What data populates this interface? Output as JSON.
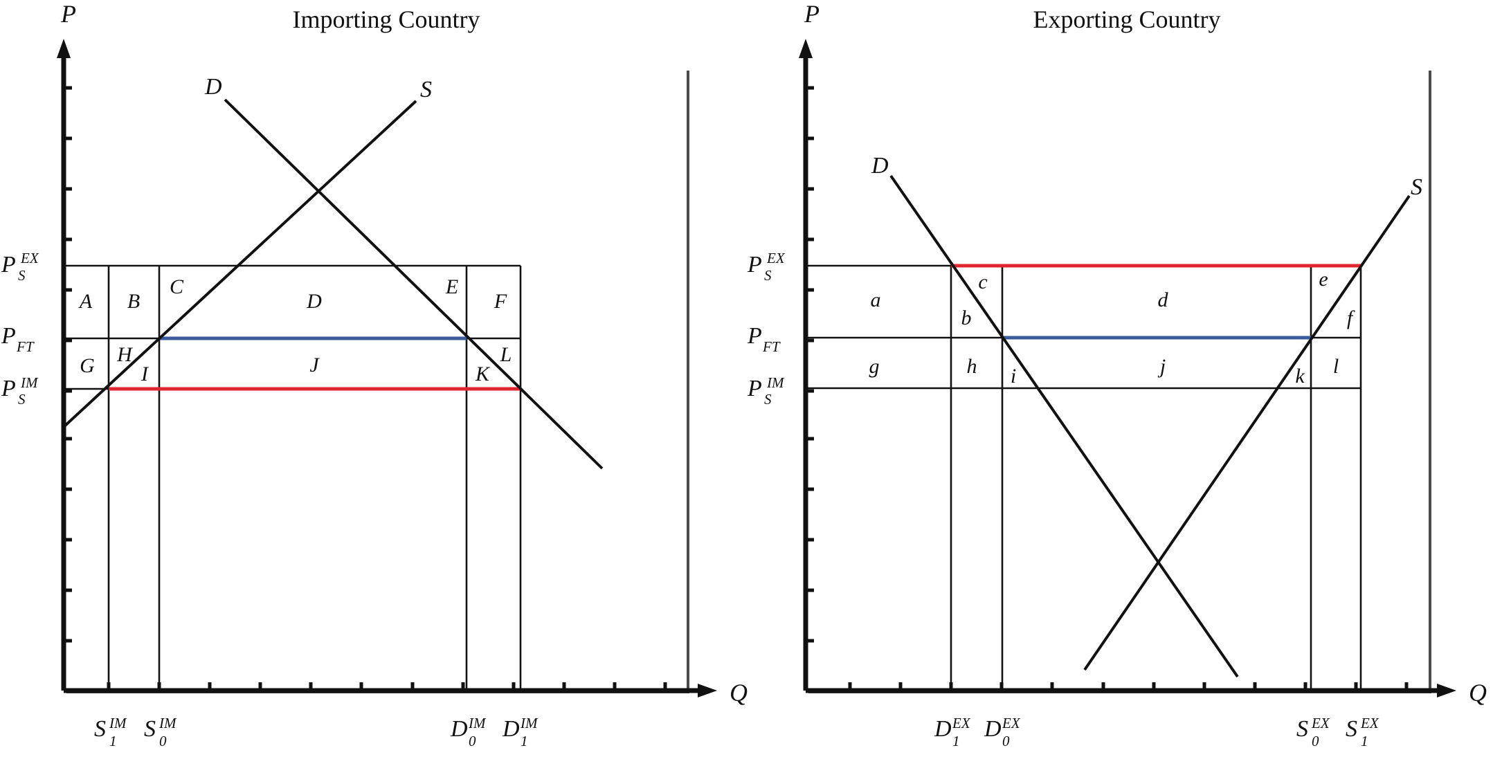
{
  "colors": {
    "red_price_line": "#e0262e",
    "blue_price_line": "#3c5a9e",
    "curves": "#111111",
    "plot_background": "#ffffff",
    "shadow": "#4a4a4a"
  },
  "left_panel": {
    "title": "Importing Country",
    "y_axis_label": "P",
    "x_axis_label": "Q",
    "price_labels": {
      "ps_ex": {
        "main": "P",
        "sup": "EX",
        "sub": "S"
      },
      "p_ft": {
        "main": "P",
        "sub": "FT"
      },
      "ps_im": {
        "main": "P",
        "sup": "IM",
        "sub": "S"
      }
    },
    "quantity_labels": [
      {
        "main": "S",
        "sup": "IM",
        "sub": "1"
      },
      {
        "main": "S",
        "sup": "IM",
        "sub": "0"
      },
      {
        "main": "D",
        "sup": "IM",
        "sub": "0"
      },
      {
        "main": "D",
        "sup": "IM",
        "sub": "1"
      }
    ],
    "curve_labels": {
      "demand": "D",
      "supply": "S"
    },
    "area_labels": [
      "A",
      "B",
      "C",
      "D",
      "E",
      "F",
      "G",
      "H",
      "I",
      "J",
      "K",
      "L"
    ]
  },
  "right_panel": {
    "title": "Exporting Country",
    "y_axis_label": "P",
    "x_axis_label": "Q",
    "price_labels": {
      "ps_ex": {
        "main": "P",
        "sup": "EX",
        "sub": "S"
      },
      "p_ft": {
        "main": "P",
        "sub": "FT"
      },
      "ps_im": {
        "main": "P",
        "sup": "IM",
        "sub": "S"
      }
    },
    "quantity_labels": [
      {
        "main": "D",
        "sup": "EX",
        "sub": "1"
      },
      {
        "main": "D",
        "sup": "EX",
        "sub": "0"
      },
      {
        "main": "S",
        "sup": "EX",
        "sub": "0"
      },
      {
        "main": "S",
        "sup": "EX",
        "sub": "1"
      }
    ],
    "curve_labels": {
      "demand": "D",
      "supply": "S"
    },
    "area_labels": [
      "a",
      "b",
      "c",
      "d",
      "e",
      "f",
      "g",
      "h",
      "i",
      "j",
      "k",
      "l"
    ]
  }
}
